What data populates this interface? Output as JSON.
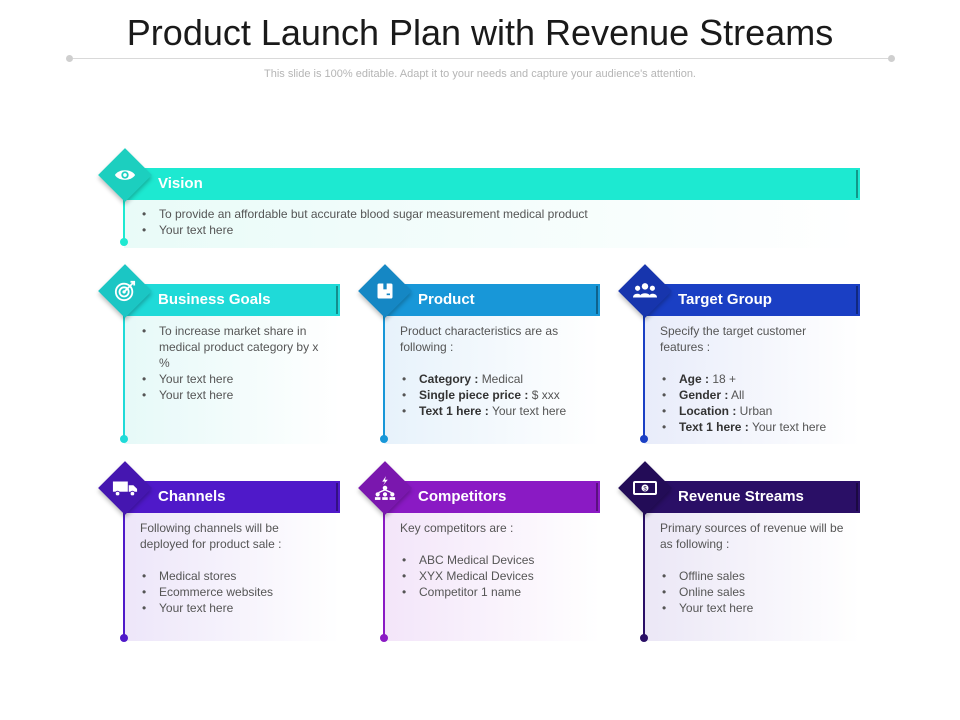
{
  "title": "Product Launch Plan with Revenue Streams",
  "subtitle": "This slide is 100% editable. Adapt it to your needs and capture your audience's attention.",
  "vision": {
    "label": "Vision",
    "icon": "eye-icon",
    "color": "#1de9d1",
    "items": [
      "To provide  an affordable  but accurate  blood sugar measurement  medical product",
      "Your text here"
    ]
  },
  "business_goals": {
    "label": "Business Goals",
    "icon": "target-icon",
    "color": "#1fdad8",
    "items": [
      "To increase market share in medical product category by x %",
      "Your text here",
      "Your text here"
    ]
  },
  "product": {
    "label": "Product",
    "icon": "box-icon",
    "color": "#1897d8",
    "intro": "Product characteristics are as following  :",
    "items": [
      {
        "key": "Category :",
        "value": "Medical"
      },
      {
        "key": "Single piece price :",
        "value": "$ xxx"
      },
      {
        "key": "Text 1 here :",
        "value": "Your text here"
      }
    ]
  },
  "target_group": {
    "label": "Target Group",
    "icon": "group-icon",
    "color": "#1a3fc4",
    "intro": "Specify the target customer features  :",
    "items": [
      {
        "key": "Age :",
        "value": "18 +"
      },
      {
        "key": "Gender :",
        "value": "All"
      },
      {
        "key": "Location :",
        "value": "Urban"
      },
      {
        "key": "Text 1 here :",
        "value": "Your text here"
      }
    ]
  },
  "channels": {
    "label": "Channels",
    "icon": "truck-icon",
    "color": "#4f19c9",
    "intro": "Following channels will be deployed for product sale :",
    "items": [
      "Medical stores",
      "Ecommerce websites",
      "Your text here"
    ]
  },
  "competitors": {
    "label": "Competitors",
    "icon": "hierarchy-icon",
    "color": "#8a1ac4",
    "intro": "Key competitors are  :",
    "items": [
      "ABC Medical Devices",
      "XYX  Medical Devices",
      "Competitor  1 name"
    ]
  },
  "revenue_streams": {
    "label": "Revenue Streams",
    "icon": "money-icon",
    "color": "#2a0f66",
    "intro": "Primary sources of revenue will be as following  :",
    "items": [
      "Offline sales",
      "Online sales",
      "Your text here"
    ]
  }
}
